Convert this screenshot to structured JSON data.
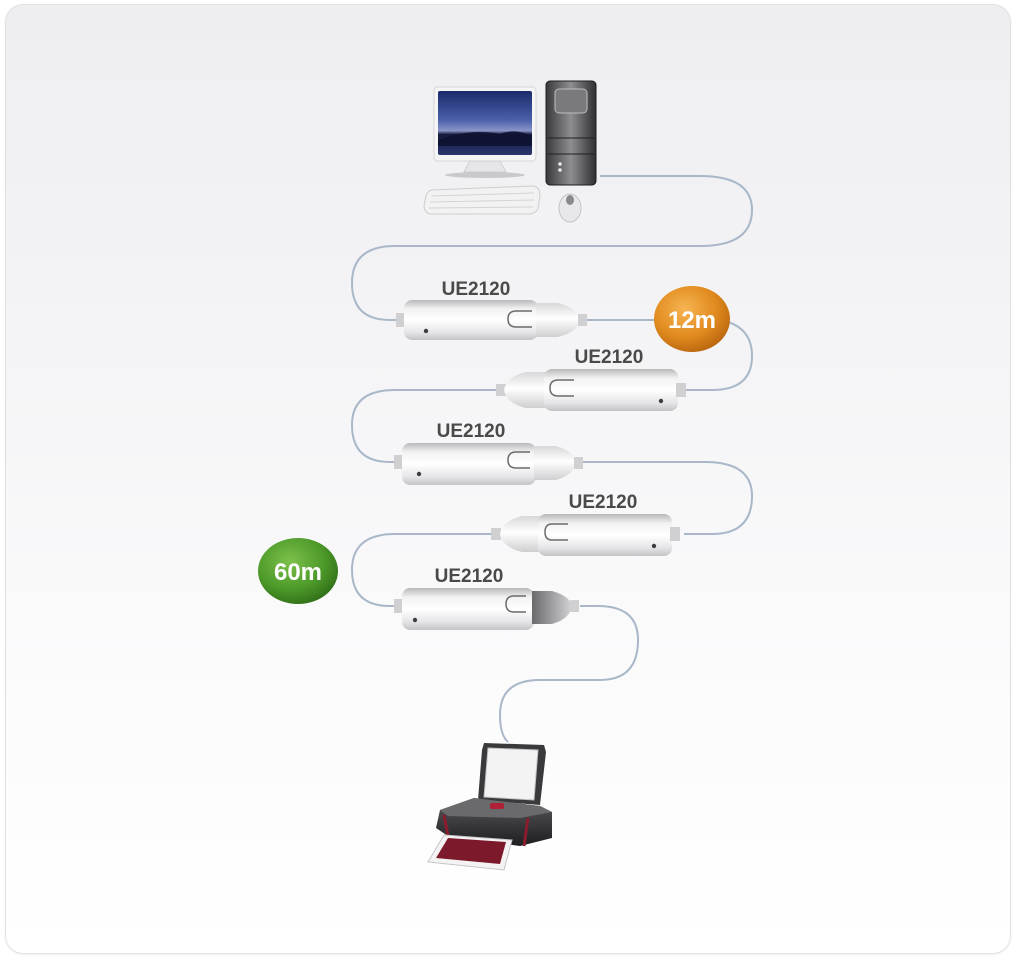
{
  "diagram": {
    "title": "UE2120 USB 2.0 Cascadable Extender Cable connection diagram",
    "source_device": {
      "name": "computer",
      "parts": [
        "monitor",
        "tower",
        "keyboard",
        "mouse"
      ]
    },
    "target_device": {
      "name": "printer"
    },
    "extenders": [
      {
        "label": "UE2120",
        "orientation": "right"
      },
      {
        "label": "UE2120",
        "orientation": "left"
      },
      {
        "label": "UE2120",
        "orientation": "right"
      },
      {
        "label": "UE2120",
        "orientation": "left"
      },
      {
        "label": "UE2120",
        "orientation": "right",
        "end": "usb-a-female"
      }
    ],
    "badges": [
      {
        "text": "12m",
        "color": "#e08a1e"
      },
      {
        "text": "60m",
        "color": "#4e9a2a"
      }
    ],
    "colors": {
      "cable": "#a9b7c9",
      "background_top": "#eeeef0",
      "background_bottom": "#ffffff",
      "label_text": "#4a4a4a",
      "badge_orange": "#e08a1e",
      "badge_green": "#4e9a2a"
    }
  }
}
